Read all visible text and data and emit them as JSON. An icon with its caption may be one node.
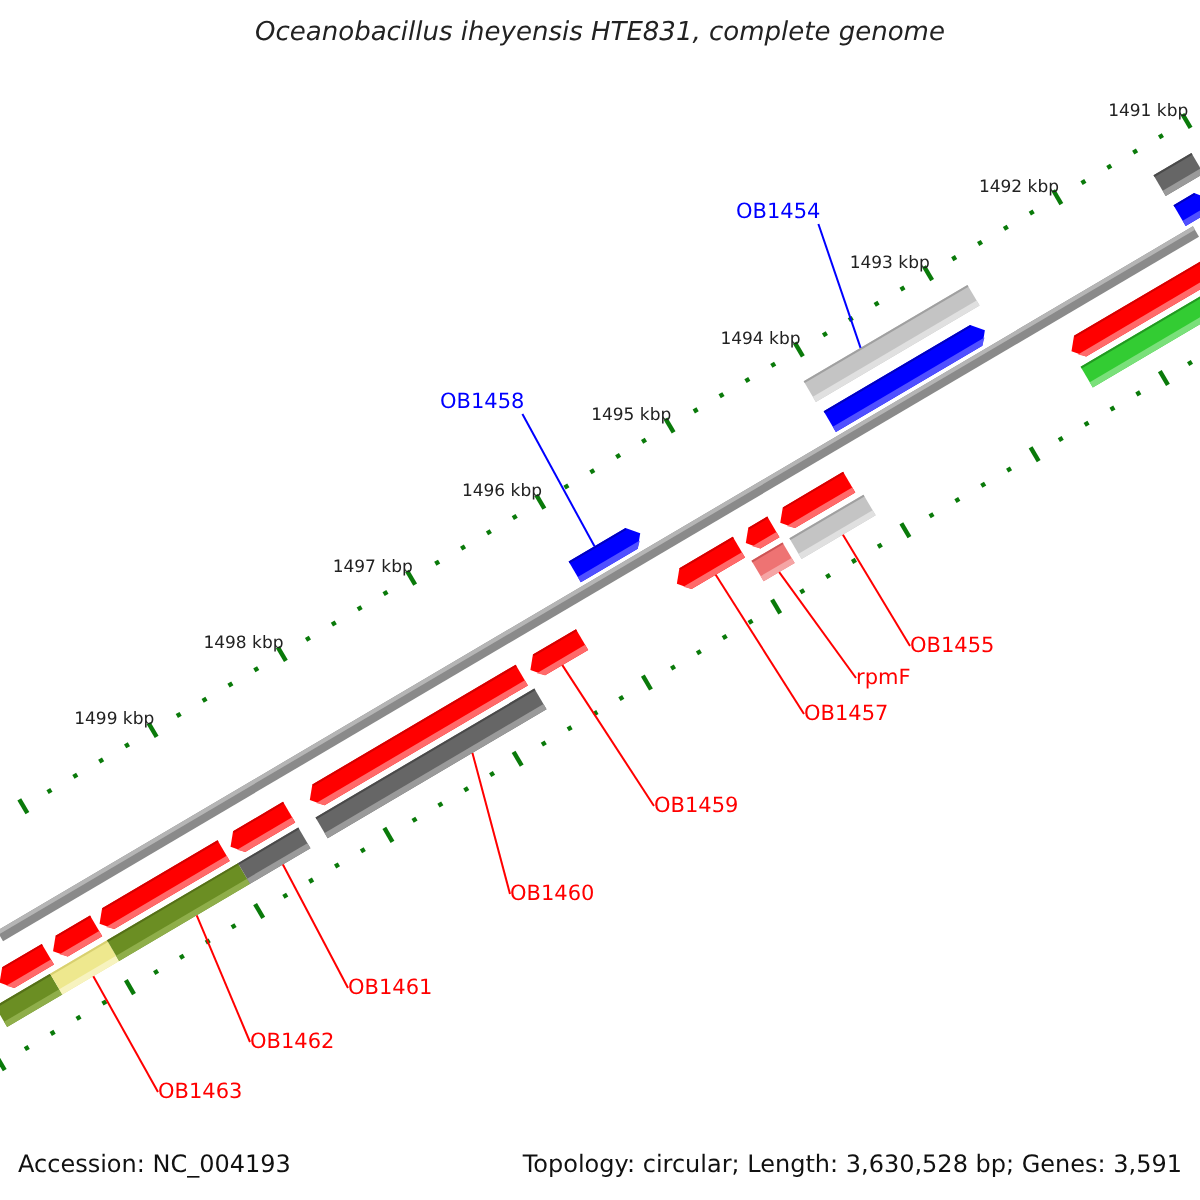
{
  "diagram": {
    "title": "Oceanobacillus iheyensis HTE831, complete genome",
    "nodes": [
      {
        "text": [
          "OB1454"
        ]
      },
      {
        "text": [
          "OB1458"
        ]
      },
      {
        "text": [
          "OB1455"
        ]
      },
      {
        "text": [
          "rpmF"
        ]
      },
      {
        "text": [
          "OB1457"
        ]
      },
      {
        "text": [
          "OB1459"
        ]
      },
      {
        "text": [
          "OB1460"
        ]
      },
      {
        "text": [
          "OB1461"
        ]
      },
      {
        "text": [
          "OB1462"
        ]
      },
      {
        "text": [
          "OB1463"
        ]
      },
      {
        "text": [],
        "shape": "bar"
      },
      {
        "text": [],
        "shape": "bar"
      },
      {
        "text": [],
        "shape": "bar"
      },
      {
        "text": [],
        "shape": "bar"
      },
      {
        "text": [],
        "shape": "bar"
      },
      {
        "text": [],
        "shape": "bar"
      },
      {
        "text": [],
        "shape": "bar"
      },
      {
        "text": [],
        "shape": "bar"
      },
      {
        "text": [],
        "shape": "bar"
      },
      {
        "text": [],
        "shape": "bar"
      },
      {
        "text": [],
        "shape": "bar"
      },
      {
        "text": [],
        "shape": "bar"
      },
      {
        "text": [],
        "shape": "bar"
      },
      {
        "text": [],
        "shape": "bar"
      },
      {
        "text": [],
        "shape": "bar"
      },
      {
        "text": [],
        "shape": "bar"
      },
      {
        "text": [],
        "shape": "bar"
      },
      {
        "text": [],
        "shape": "bar"
      },
      {
        "text": [],
        "shape": "bar"
      },
      {
        "text": [],
        "shape": "bar"
      },
      {
        "text": [],
        "shape": "bar"
      },
      {
        "text": [],
        "shape": "bar"
      },
      {
        "text": [],
        "shape": "bar"
      }
    ],
    "edges": [
      {
        "from": 0,
        "to": 27,
        "arrow": "none",
        "color": "#0000ff"
      },
      {
        "from": 1,
        "to": 21,
        "arrow": "none",
        "color": "#0000ff"
      },
      {
        "from": 2,
        "to": 26,
        "arrow": "none"
      },
      {
        "from": 3,
        "to": 23,
        "arrow": "none"
      },
      {
        "from": 4,
        "to": 22,
        "arrow": "none"
      },
      {
        "from": 5,
        "to": 20,
        "arrow": "none"
      },
      {
        "from": 6,
        "to": 18,
        "arrow": "none"
      },
      {
        "from": 7,
        "to": 16,
        "arrow": "none"
      },
      {
        "from": 8,
        "to": 14,
        "arrow": "none"
      },
      {
        "from": 9,
        "to": 12,
        "arrow": "none"
      }
    ],
    "labels": [
      "1491 kbp",
      "1492 kbp",
      "1493 kbp",
      "1494 kbp",
      "1495 kbp",
      "1496 kbp",
      "1497 kbp",
      "1498 kbp",
      "1499 kbp",
      "Accession: NC_004193",
      "Topology: circular; Length: 3,630,528 bp; Genes: 3,591"
    ]
  }
}
